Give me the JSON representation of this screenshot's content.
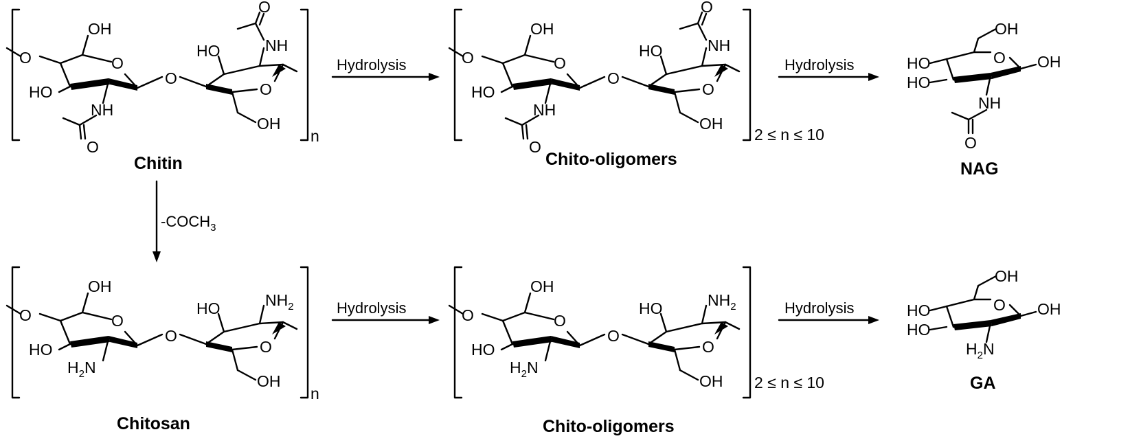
{
  "scheme": {
    "compounds": {
      "chitin": {
        "name": "Chitin",
        "repeat_index": "n",
        "substituents": {
          "oh_top": "OH",
          "ho_left": "HO",
          "nh_left": "NH",
          "o_carbonyl_left": "O",
          "ring_o_left": "O",
          "glyco_o": "O",
          "ho_right": "HO",
          "nh_right": "NH",
          "o_carbonyl_right": "O",
          "ring_o_right": "O",
          "oh_bottom": "OH",
          "o_end": "O"
        }
      },
      "chito_oligomers_top": {
        "name": "Chito-oligomers",
        "repeat_index": "2 ≤ n ≤ 10",
        "substituents": {
          "oh_top": "OH",
          "ho_left": "HO",
          "nh_left": "NH",
          "o_carbonyl_left": "O",
          "ring_o_left": "O",
          "glyco_o": "O",
          "ho_right": "HO",
          "nh_right": "NH",
          "o_carbonyl_right": "O",
          "ring_o_right": "O",
          "oh_bottom": "OH",
          "o_end": "O"
        }
      },
      "nag": {
        "name": "NAG",
        "substituents": {
          "oh_ch2": "OH",
          "ho_c4": "HO",
          "ho_c3": "HO",
          "ring_o": "O",
          "oh_anomeric": "OH",
          "nh": "NH",
          "o_carbonyl": "O"
        }
      },
      "chitosan": {
        "name": "Chitosan",
        "repeat_index": "n",
        "substituents": {
          "oh_top": "OH",
          "ho_left": "HO",
          "h2n_left": "H",
          "h2n_left_sub": "2",
          "h2n_left_n": "N",
          "ring_o_left": "O",
          "glyco_o": "O",
          "ho_right": "HO",
          "nh2_right": "NH",
          "nh2_right_sub": "2",
          "ring_o_right": "O",
          "oh_bottom": "OH",
          "o_end": "O"
        }
      },
      "chito_oligomers_bottom": {
        "name": "Chito-oligomers",
        "repeat_index": "2 ≤ n ≤ 10",
        "substituents": {
          "oh_top": "OH",
          "ho_left": "HO",
          "h2n_left": "H",
          "h2n_left_sub": "2",
          "h2n_left_n": "N",
          "ring_o_left": "O",
          "glyco_o": "O",
          "ho_right": "HO",
          "nh2_right": "NH",
          "nh2_right_sub": "2",
          "ring_o_right": "O",
          "oh_bottom": "OH",
          "o_end": "O"
        }
      },
      "ga": {
        "name": "GA",
        "substituents": {
          "oh_ch2": "OH",
          "ho_c4": "HO",
          "ho_c3": "HO",
          "ring_o": "O",
          "oh_anomeric": "OH",
          "h2n": "H",
          "h2n_sub": "2",
          "h2n_n": "N"
        }
      }
    },
    "arrows": {
      "chitin_hydrolysis": "Hydrolysis",
      "oligomer_top_hydrolysis": "Hydrolysis",
      "deacetylation": "-COCH",
      "deacetylation_sub": "3",
      "chitosan_hydrolysis": "Hydrolysis",
      "oligomer_bottom_hydrolysis": "Hydrolysis"
    }
  }
}
